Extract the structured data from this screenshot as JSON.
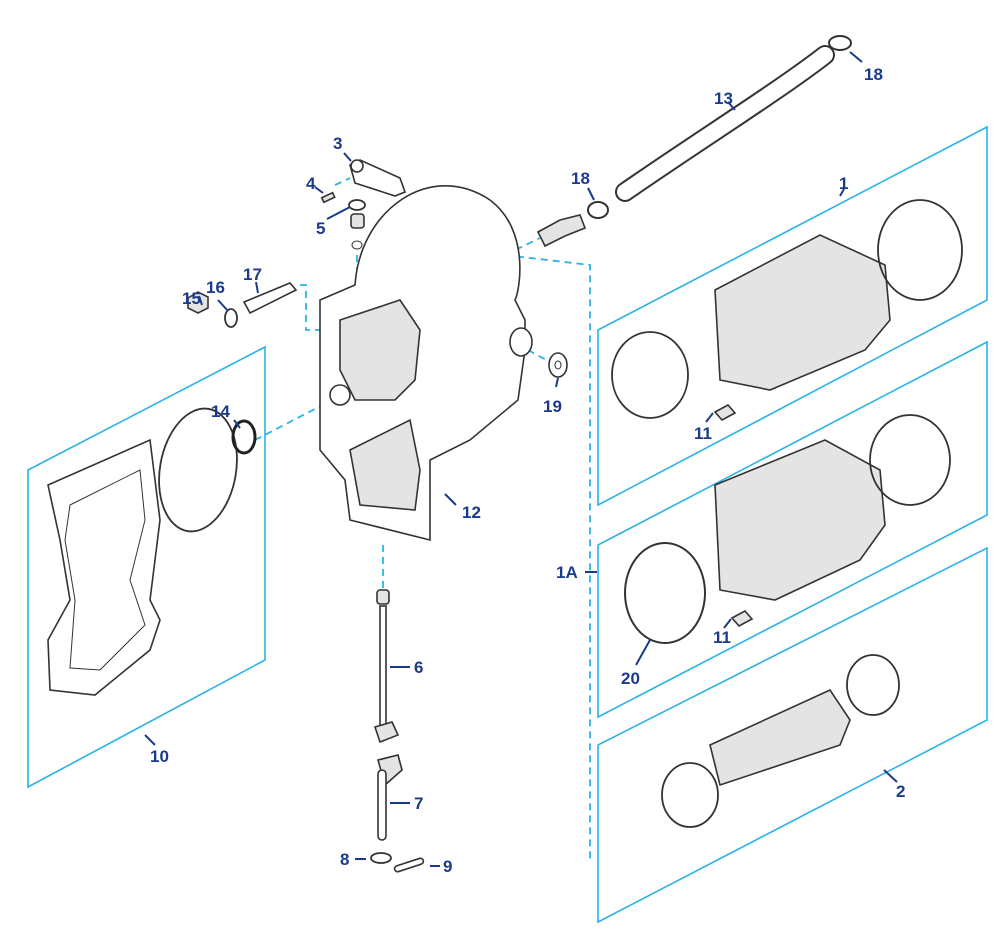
{
  "diagram": {
    "title": "Exploded parts view — bell housing and bellows assembly",
    "callouts": [
      {
        "id": "1",
        "label": "1"
      },
      {
        "id": "1A",
        "label": "1A"
      },
      {
        "id": "2",
        "label": "2"
      },
      {
        "id": "3",
        "label": "3"
      },
      {
        "id": "4",
        "label": "4"
      },
      {
        "id": "5",
        "label": "5"
      },
      {
        "id": "6",
        "label": "6"
      },
      {
        "id": "7",
        "label": "7"
      },
      {
        "id": "8",
        "label": "8"
      },
      {
        "id": "9",
        "label": "9"
      },
      {
        "id": "10",
        "label": "10"
      },
      {
        "id": "11a",
        "label": "11"
      },
      {
        "id": "11b",
        "label": "11"
      },
      {
        "id": "12",
        "label": "12"
      },
      {
        "id": "13",
        "label": "13"
      },
      {
        "id": "14",
        "label": "14"
      },
      {
        "id": "15",
        "label": "15"
      },
      {
        "id": "16",
        "label": "16"
      },
      {
        "id": "17",
        "label": "17"
      },
      {
        "id": "18a",
        "label": "18"
      },
      {
        "id": "18b",
        "label": "18"
      },
      {
        "id": "19",
        "label": "19"
      },
      {
        "id": "20",
        "label": "20"
      }
    ],
    "colors": {
      "callout_text": "#1a3a8c",
      "panel_outline": "#2bb3e6",
      "part_line": "#333333",
      "part_shade": "#e4e4e4"
    }
  }
}
